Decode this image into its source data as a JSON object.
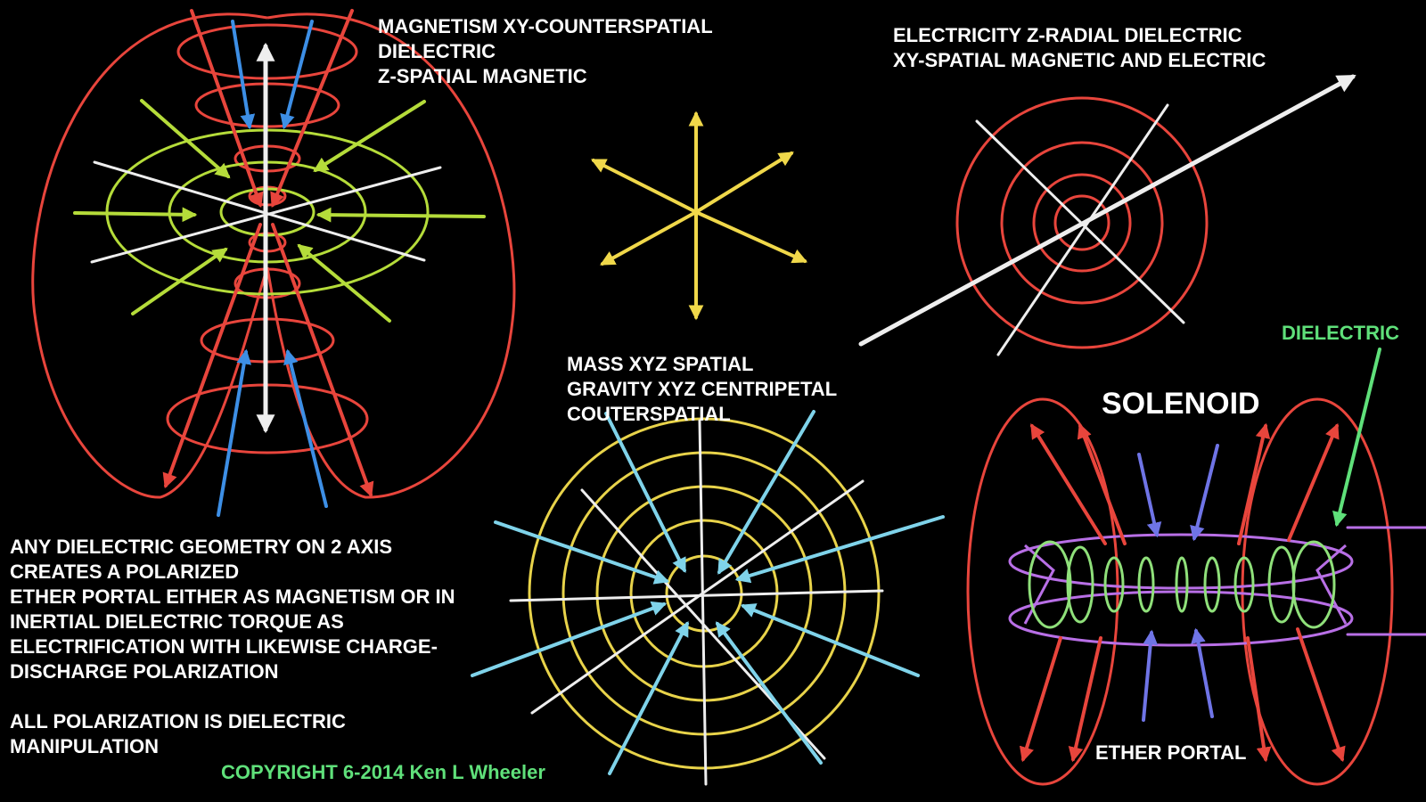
{
  "labels": {
    "magnetism": [
      "MAGNETISM XY-COUNTERSPATIAL",
      "DIELECTRIC",
      "Z-SPATIAL MAGNETIC"
    ],
    "electricity": [
      "ELECTRICITY Z-RADIAL DIELECTRIC",
      "XY-SPATIAL MAGNETIC AND ELECTRIC"
    ],
    "mass": [
      "MASS XYZ SPATIAL",
      "GRAVITY XYZ CENTRIPETAL",
      "COUTERSPATIAL"
    ],
    "solenoid": "SOLENOID",
    "dielectric": "DIELECTRIC",
    "ether_portal": "ETHER PORTAL",
    "note_geometry": [
      "ANY DIELECTRIC GEOMETRY ON 2 AXIS",
      "CREATES A POLARIZED",
      "ETHER PORTAL EITHER AS MAGNETISM OR IN",
      "INERTIAL DIELECTRIC TORQUE AS",
      "ELECTRIFICATION WITH LIKEWISE CHARGE-",
      "DISCHARGE POLARIZATION"
    ],
    "note_polarization": [
      "ALL POLARIZATION IS DIELECTRIC",
      "MANIPULATION"
    ],
    "copyright": "COPYRIGHT 6-2014 Ken L Wheeler"
  },
  "colors": {
    "background": "#000000",
    "field_red": "#e8453c",
    "arrow_blue": "#3d8fe6",
    "arrow_lime": "#b5dc3a",
    "ellipse_lime": "#b5dc3a",
    "axis_white": "#eeeeee",
    "star_yellow": "#f0d84a",
    "circle_yellow": "#e8d34a",
    "arrow_cyan": "#7fd3ea",
    "arrow_periwinkle": "#6f74e6",
    "ring_green": "#8fe07a",
    "ring_purple": "#b86fe6",
    "label_green": "#5fe07a",
    "text": "#ffffff"
  }
}
